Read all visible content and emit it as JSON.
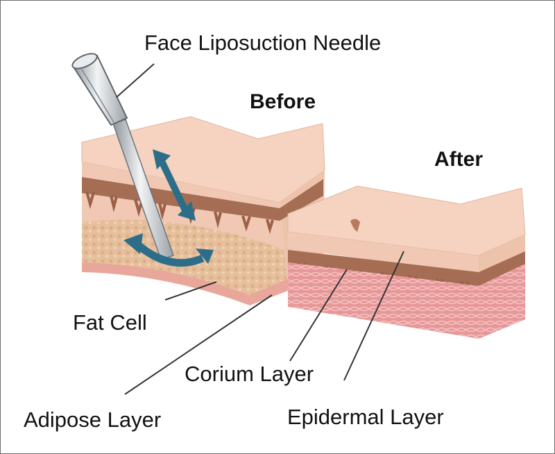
{
  "diagram": {
    "needle_label": "Face Liposuction Needle",
    "before_label": "Before",
    "after_label": "After",
    "fat_cell_label": "Fat Cell",
    "corium_label": "Corium Layer",
    "adipose_label": "Adipose Layer",
    "epidermal_label": "Epidermal Layer"
  },
  "colors": {
    "skin_top": "#f5d3c0",
    "skin_side": "#edc1ab",
    "epidermis": "#a26d55",
    "corium_band": "#f1cbb7",
    "fat_layer": "#e7c09d",
    "adipose_after": "#e59090",
    "arrow": "#2c6e8a",
    "needle": "#cfd2d6",
    "leader_line": "#333333"
  }
}
